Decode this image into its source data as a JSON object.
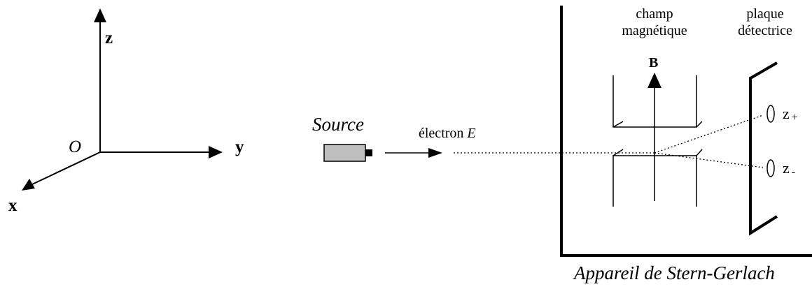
{
  "axes": {
    "z_label": "z",
    "y_label": "y",
    "x_label": "x",
    "origin_label": "O"
  },
  "source": {
    "label": "Source",
    "beam_label": "électron",
    "beam_label_var": "E"
  },
  "apparatus": {
    "field_label_line1": "champ",
    "field_label_line2": "magnétique",
    "plate_label_line1": "plaque",
    "plate_label_line2": "détectrice",
    "b_label": "B",
    "z_plus_label": "z",
    "z_plus_sign": "+",
    "z_minus_label": "z",
    "z_minus_sign": "-",
    "caption": "Appareil de Stern-Gerlach"
  },
  "colors": {
    "ink": "#000000",
    "source_body": "#bfbfbf"
  }
}
